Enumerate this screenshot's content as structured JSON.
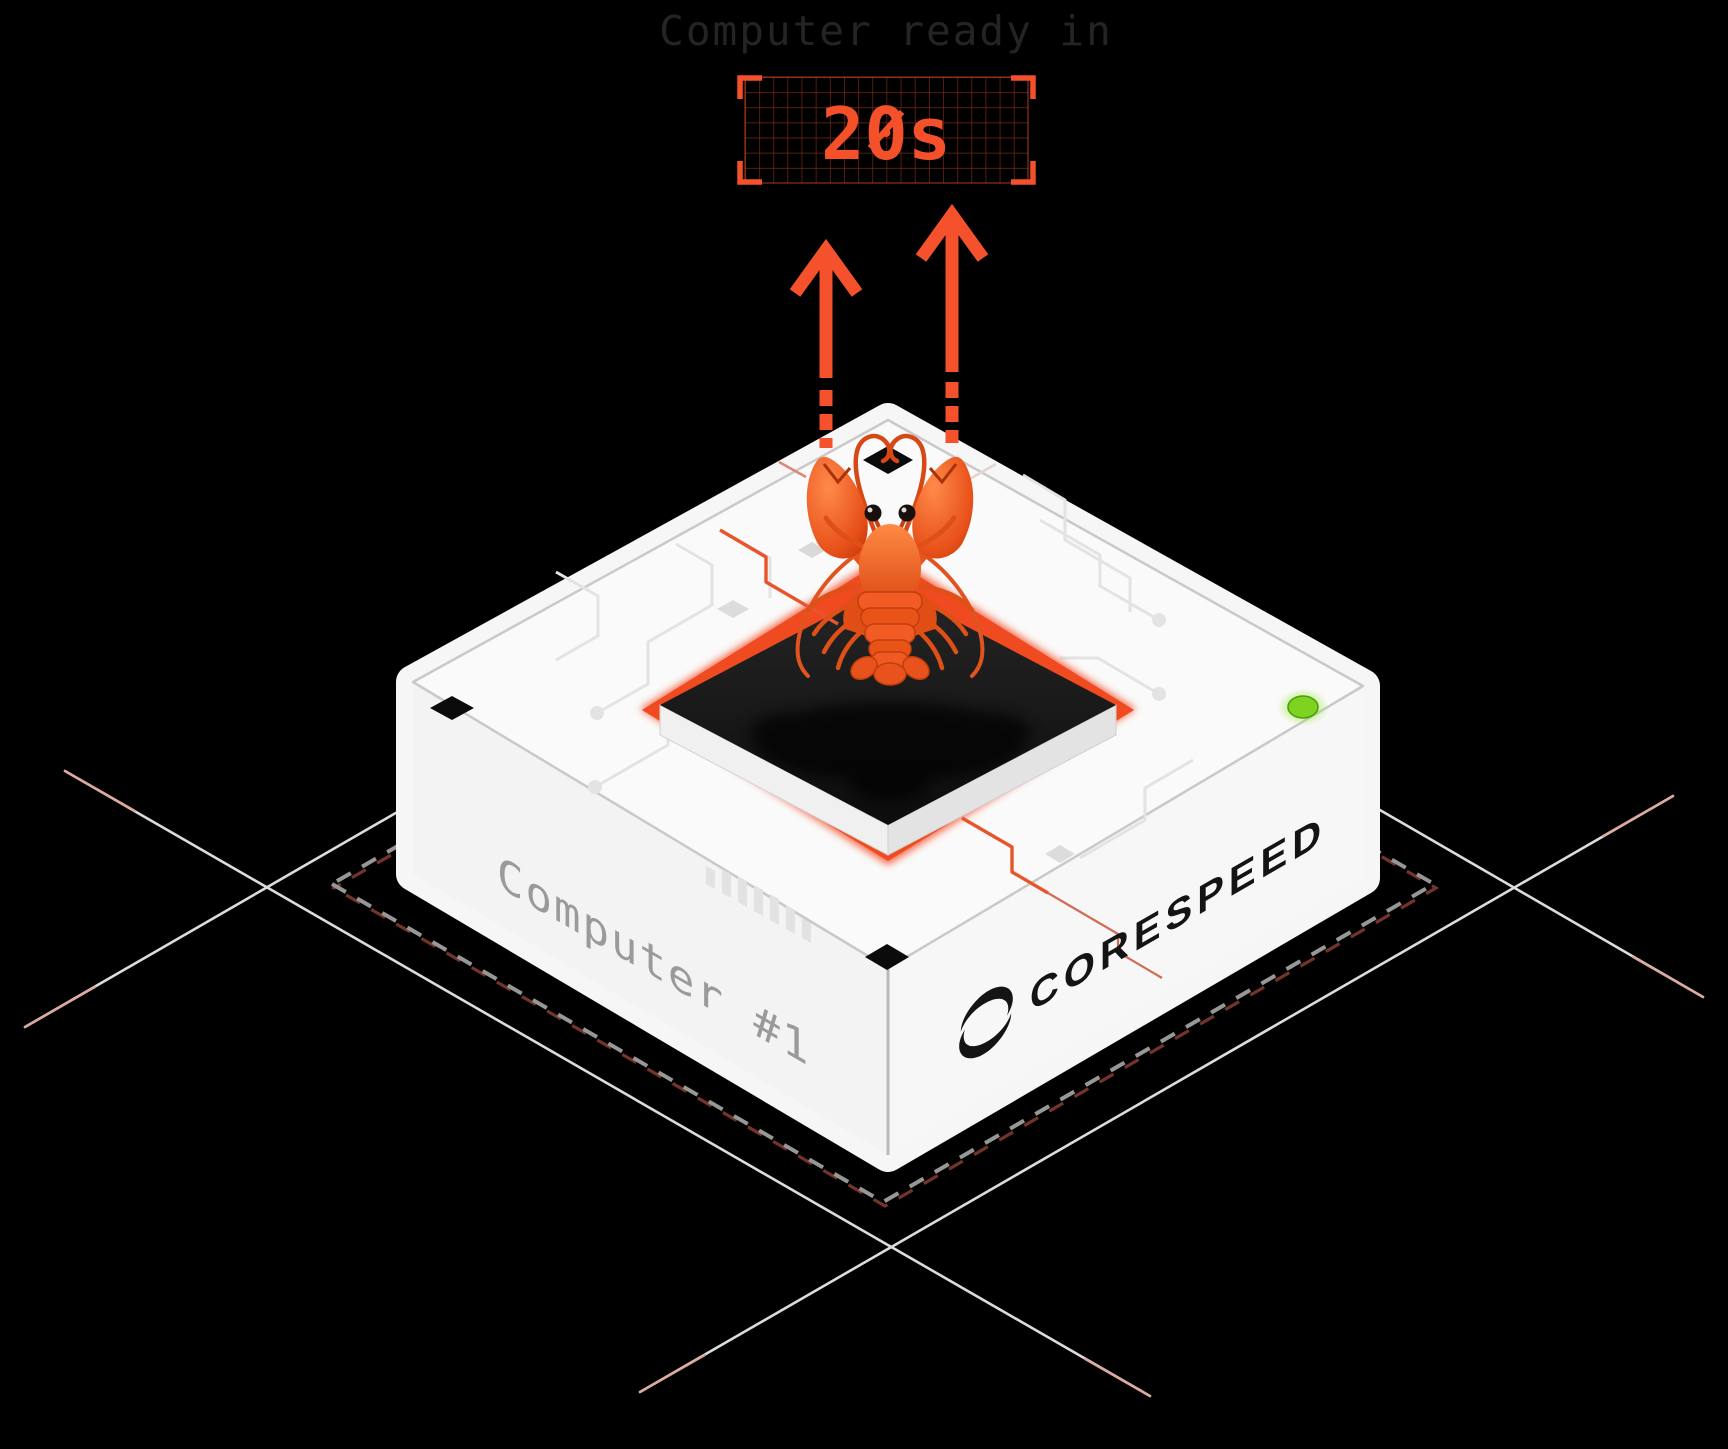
{
  "scene": {
    "status_text": "Computer ready in",
    "countdown_value": "20s",
    "machine_label": "Computer #1",
    "brand_name": "CORESPEED"
  },
  "colors": {
    "accent_orange": "#F4502A",
    "led_green": "#7ED321",
    "background": "#000000",
    "box_face_white": "#F6F6F7",
    "label_gray": "#9A9A9A",
    "title_gray": "#242424"
  },
  "icons": {
    "lobster": "lobster-emoji",
    "brand_mark": "corespeed-swoosh",
    "status_led": "power-led-green",
    "arrows": "boot-up-arrows",
    "panel": "countdown-grid-panel"
  }
}
